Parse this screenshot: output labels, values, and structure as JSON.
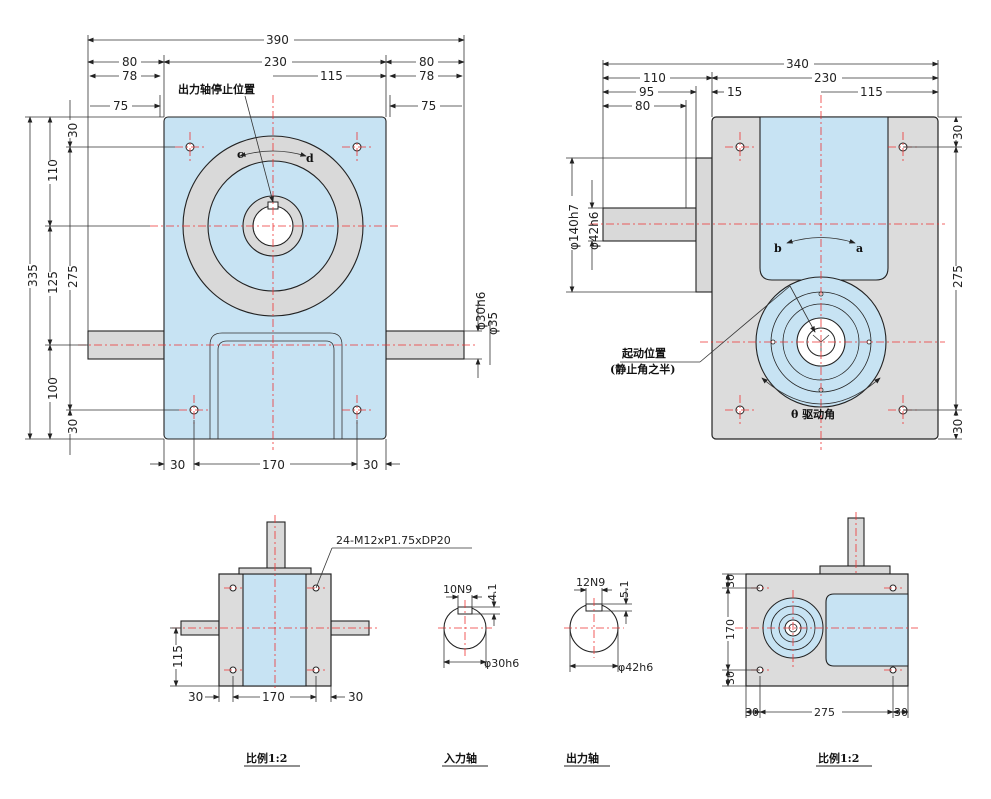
{
  "top_left_view": {
    "dims": {
      "overall_width": "390",
      "left_80": "80",
      "left_78": "78",
      "left_75": "75",
      "body_230": "230",
      "half_115": "115",
      "right_80": "80",
      "right_78": "78",
      "right_75": "75",
      "height_335": "335",
      "v_110": "110",
      "v_125": "125",
      "v_275": "275",
      "v_100": "100",
      "v_30_top": "30",
      "v_30_bot": "30",
      "shaft_30h6": "φ30h6",
      "shaft_35": "φ35",
      "bot_30_left": "30",
      "bot_170": "170",
      "bot_30_right": "30"
    },
    "label_output_stop": "出力轴停止位置",
    "arrow_c": "c",
    "arrow_d": "d"
  },
  "top_right_view": {
    "dims": {
      "overall_340": "340",
      "d_110": "110",
      "d_230": "230",
      "d_95": "95",
      "d_15": "15",
      "d_80": "80",
      "d_115": "115",
      "v_140h7": "φ140h7",
      "v_42h6": "φ42h6",
      "v_30_top": "30",
      "v_275": "275",
      "v_30_bot": "30"
    },
    "label_start_pos": "起动位置",
    "label_start_sub": "(静止角之半)",
    "label_drive_angle": "θ 驱动角",
    "arrow_a": "a",
    "arrow_b": "b"
  },
  "bottom_left_view": {
    "thread_note": "24-M12xP1.75xDP20",
    "dims": {
      "v_115": "115",
      "h_30_l": "30",
      "h_170": "170",
      "h_30_r": "30"
    },
    "caption": "比例1:2"
  },
  "input_shaft": {
    "key": "10N9",
    "depth": "4.1",
    "dia": "φ30h6",
    "caption": "入力轴"
  },
  "output_shaft": {
    "key": "12N9",
    "depth": "5.1",
    "dia": "φ42h6",
    "caption": "出力轴"
  },
  "bottom_right_view": {
    "dims": {
      "v_30_t": "30",
      "v_170": "170",
      "v_30_b": "30",
      "h_30_l": "30",
      "h_275": "275",
      "h_30_r": "30"
    },
    "caption": "比例1:2"
  },
  "colors": {
    "body_blue": "#c7e3f3",
    "body_gray": "#dcdcdc",
    "centerline_red": "#e33"
  }
}
